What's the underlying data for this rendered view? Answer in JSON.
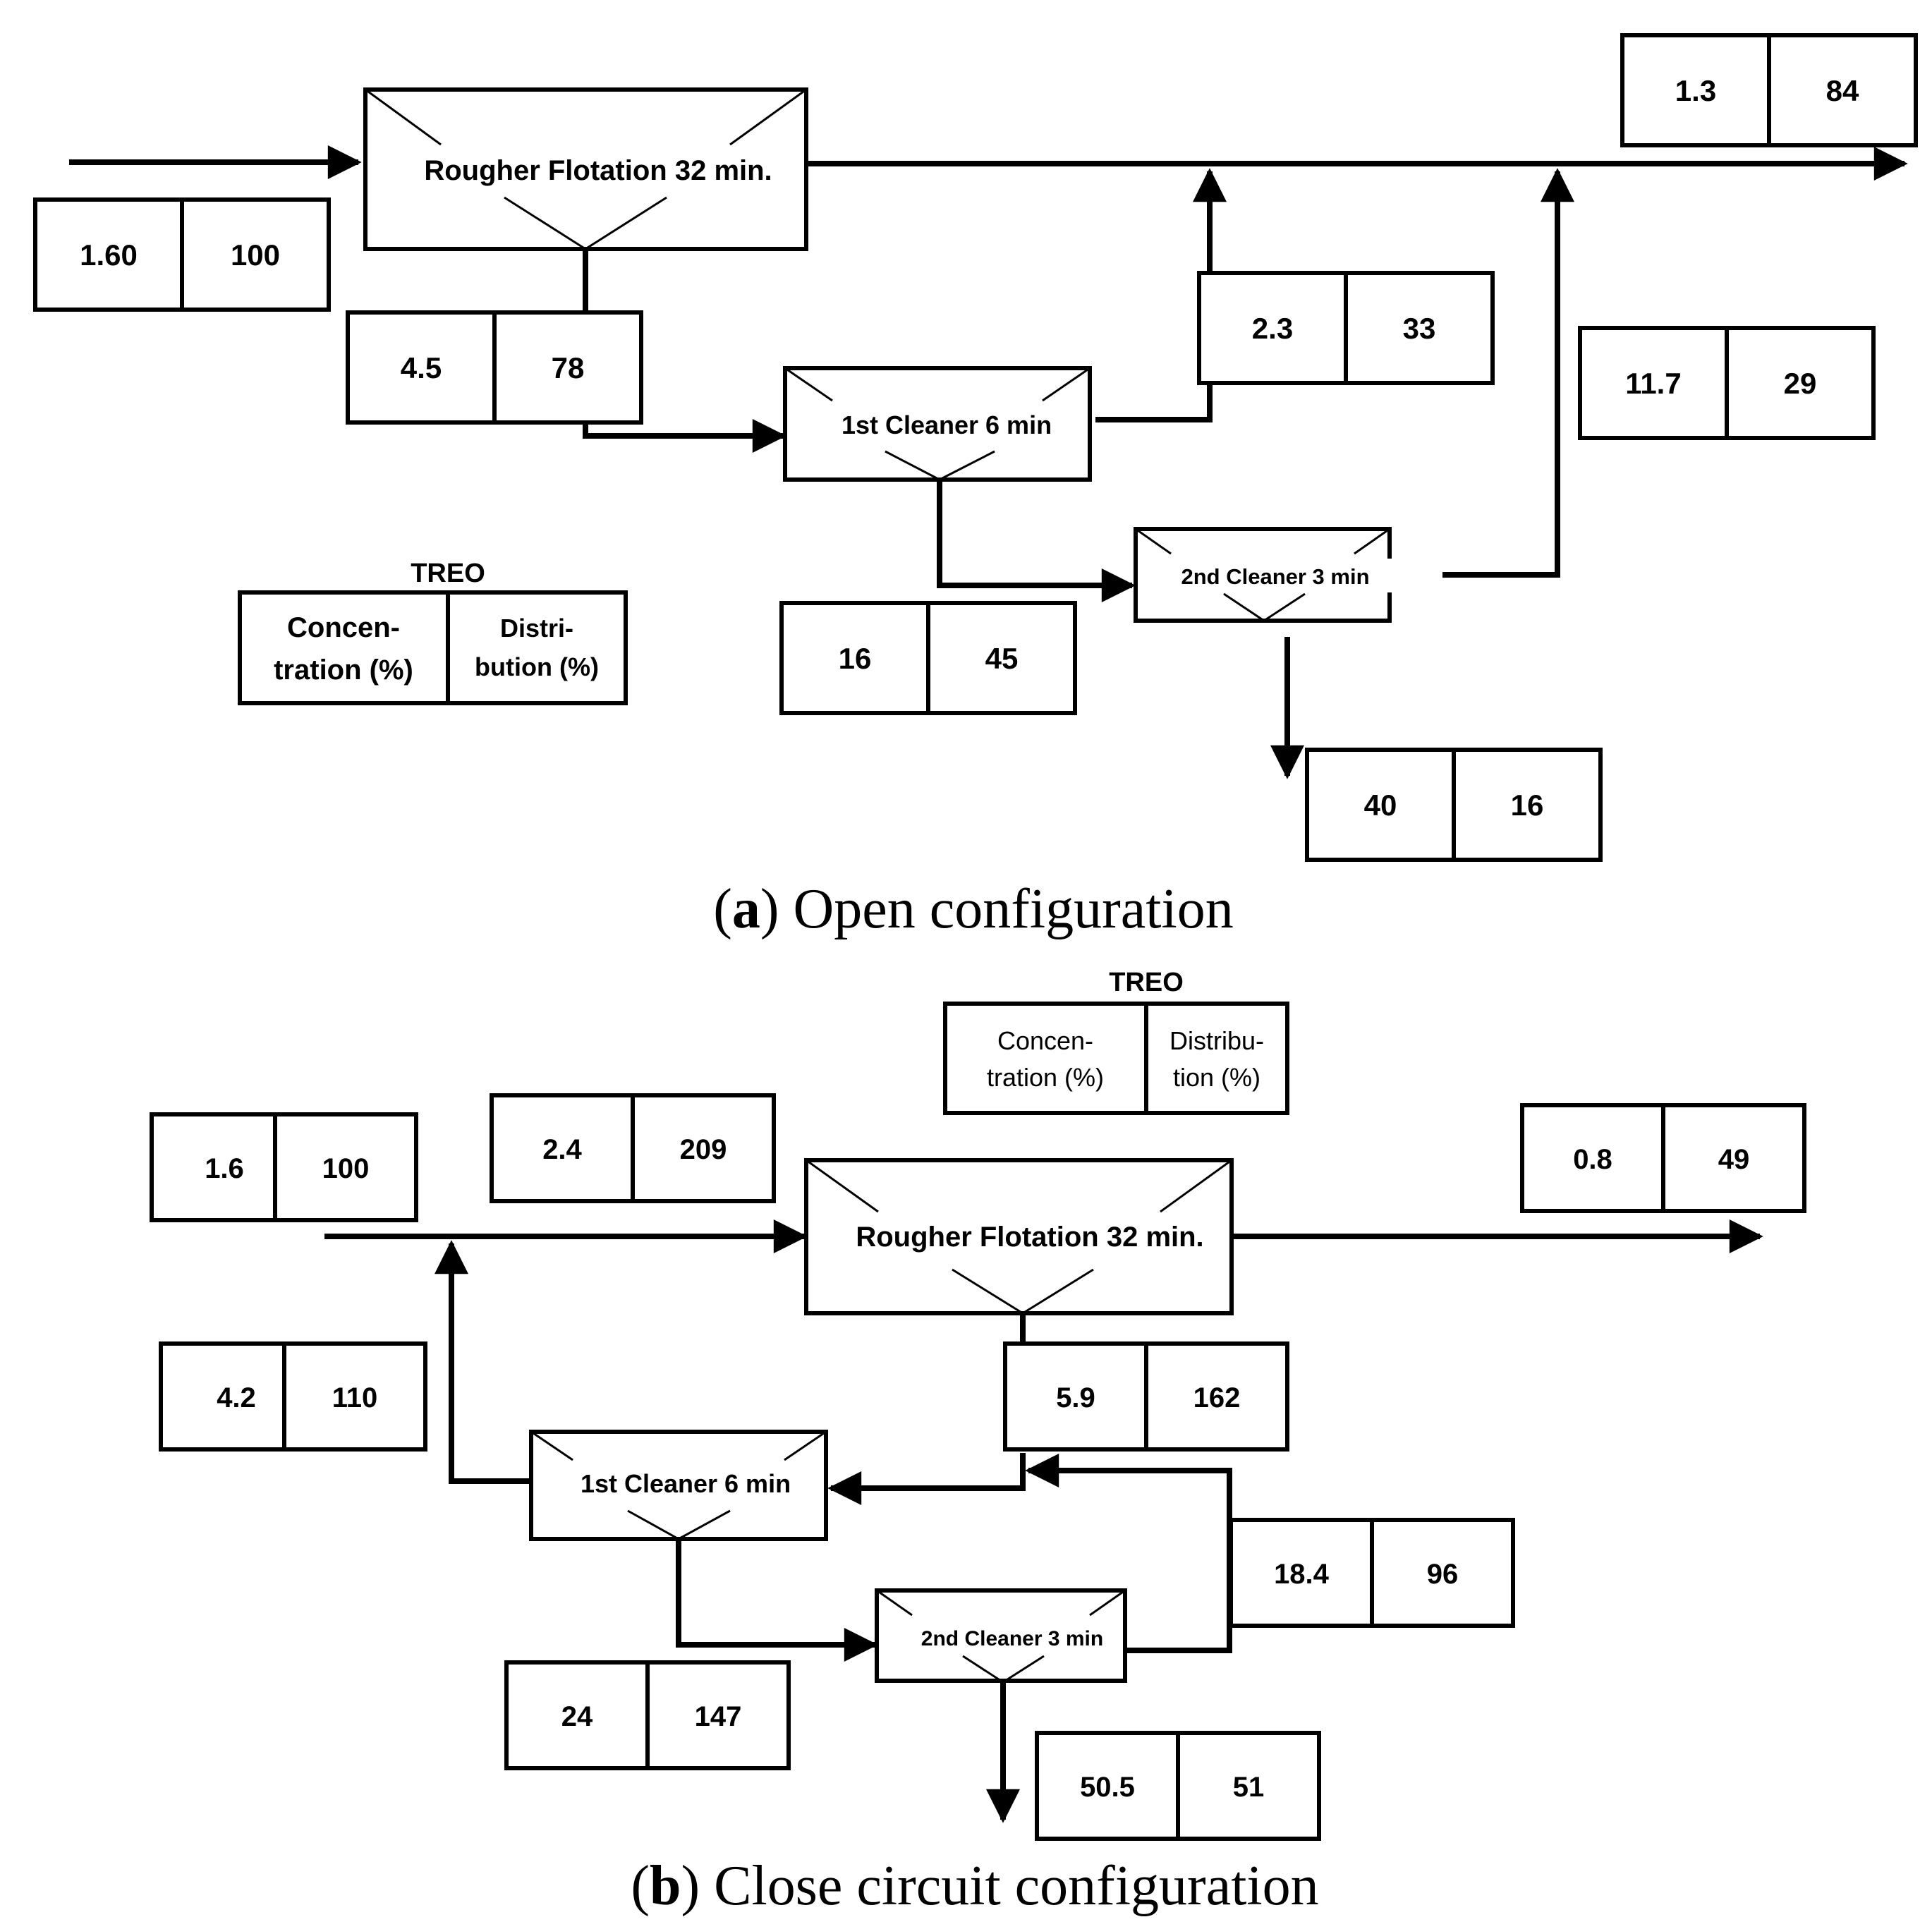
{
  "panel_a": {
    "caption_letter": "a",
    "caption_text": "Open configuration",
    "rougher_label": "Rougher Flotation 32 min.",
    "cleaner1_label": "1st Cleaner 6 min",
    "cleaner2_label": "2nd Cleaner 3  min",
    "legend": {
      "title": "TREO",
      "col1_line1": "Concen-",
      "col1_line2": "tration (%)",
      "col2_line1": "Distri-",
      "col2_line2": "bution (%)"
    },
    "streams": {
      "feed": {
        "concentration": "1.60",
        "distribution": "100"
      },
      "final_tail": {
        "concentration": "1.3",
        "distribution": "84"
      },
      "rougher_conc": {
        "concentration": "4.5",
        "distribution": "78"
      },
      "cleaner1_tail": {
        "concentration": "2.3",
        "distribution": "33"
      },
      "cleaner2_tail": {
        "concentration": "11.7",
        "distribution": "29"
      },
      "cleaner1_conc": {
        "concentration": "16",
        "distribution": "45"
      },
      "cleaner2_conc": {
        "concentration": "40",
        "distribution": "16"
      }
    }
  },
  "panel_b": {
    "caption_letter": "b",
    "caption_text": "Close circuit configuration",
    "rougher_label": "Rougher Flotation 32 min.",
    "cleaner1_label": "1st Cleaner 6 min",
    "cleaner2_label": "2nd Cleaner 3  min",
    "legend": {
      "title": "TREO",
      "col1_line1": "Concen-",
      "col1_line2": "tration (%)",
      "col2_line1": "Distribu-",
      "col2_line2": "tion (%)"
    },
    "streams": {
      "feed": {
        "concentration": "1.6",
        "distribution": "100"
      },
      "combined_feed": {
        "concentration": "2.4",
        "distribution": "209"
      },
      "final_tail": {
        "concentration": "0.8",
        "distribution": "49"
      },
      "cleaner1_tail": {
        "concentration": "4.2",
        "distribution": "110"
      },
      "rougher_conc": {
        "concentration": "5.9",
        "distribution": "162"
      },
      "cleaner2_tail": {
        "concentration": "18.4",
        "distribution": "96"
      },
      "cleaner1_conc": {
        "concentration": "24",
        "distribution": "147"
      },
      "cleaner2_conc": {
        "concentration": "50.5",
        "distribution": "51"
      }
    }
  }
}
